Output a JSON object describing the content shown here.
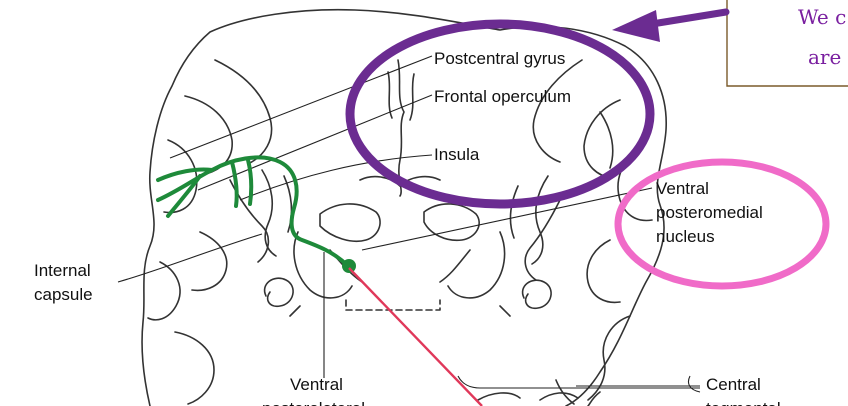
{
  "callout": {
    "line1": "We c",
    "line2": "are"
  },
  "labels": {
    "postcentral_gyrus": "Postcentral gyrus",
    "frontal_operculum": "Frontal operculum",
    "insula": "Insula",
    "vpm_line1": "Ventral",
    "vpm_line2": "posteromedial",
    "vpm_line3": "nucleus",
    "internal_capsule_line1": "Internal",
    "internal_capsule_line2": "capsule",
    "vpl_line1": "Ventral",
    "vpl_line2": "posterolateral",
    "ctt_line1": "Central",
    "ctt_line2": "tegmental"
  },
  "colors": {
    "taste_pathway": "#1e8a3a",
    "ascending_tract": "#e0385a",
    "purple_highlight": "#6b2c91",
    "pink_highlight": "#f06bc8",
    "callout_border": "#7a5a2a",
    "outline": "#333333"
  }
}
